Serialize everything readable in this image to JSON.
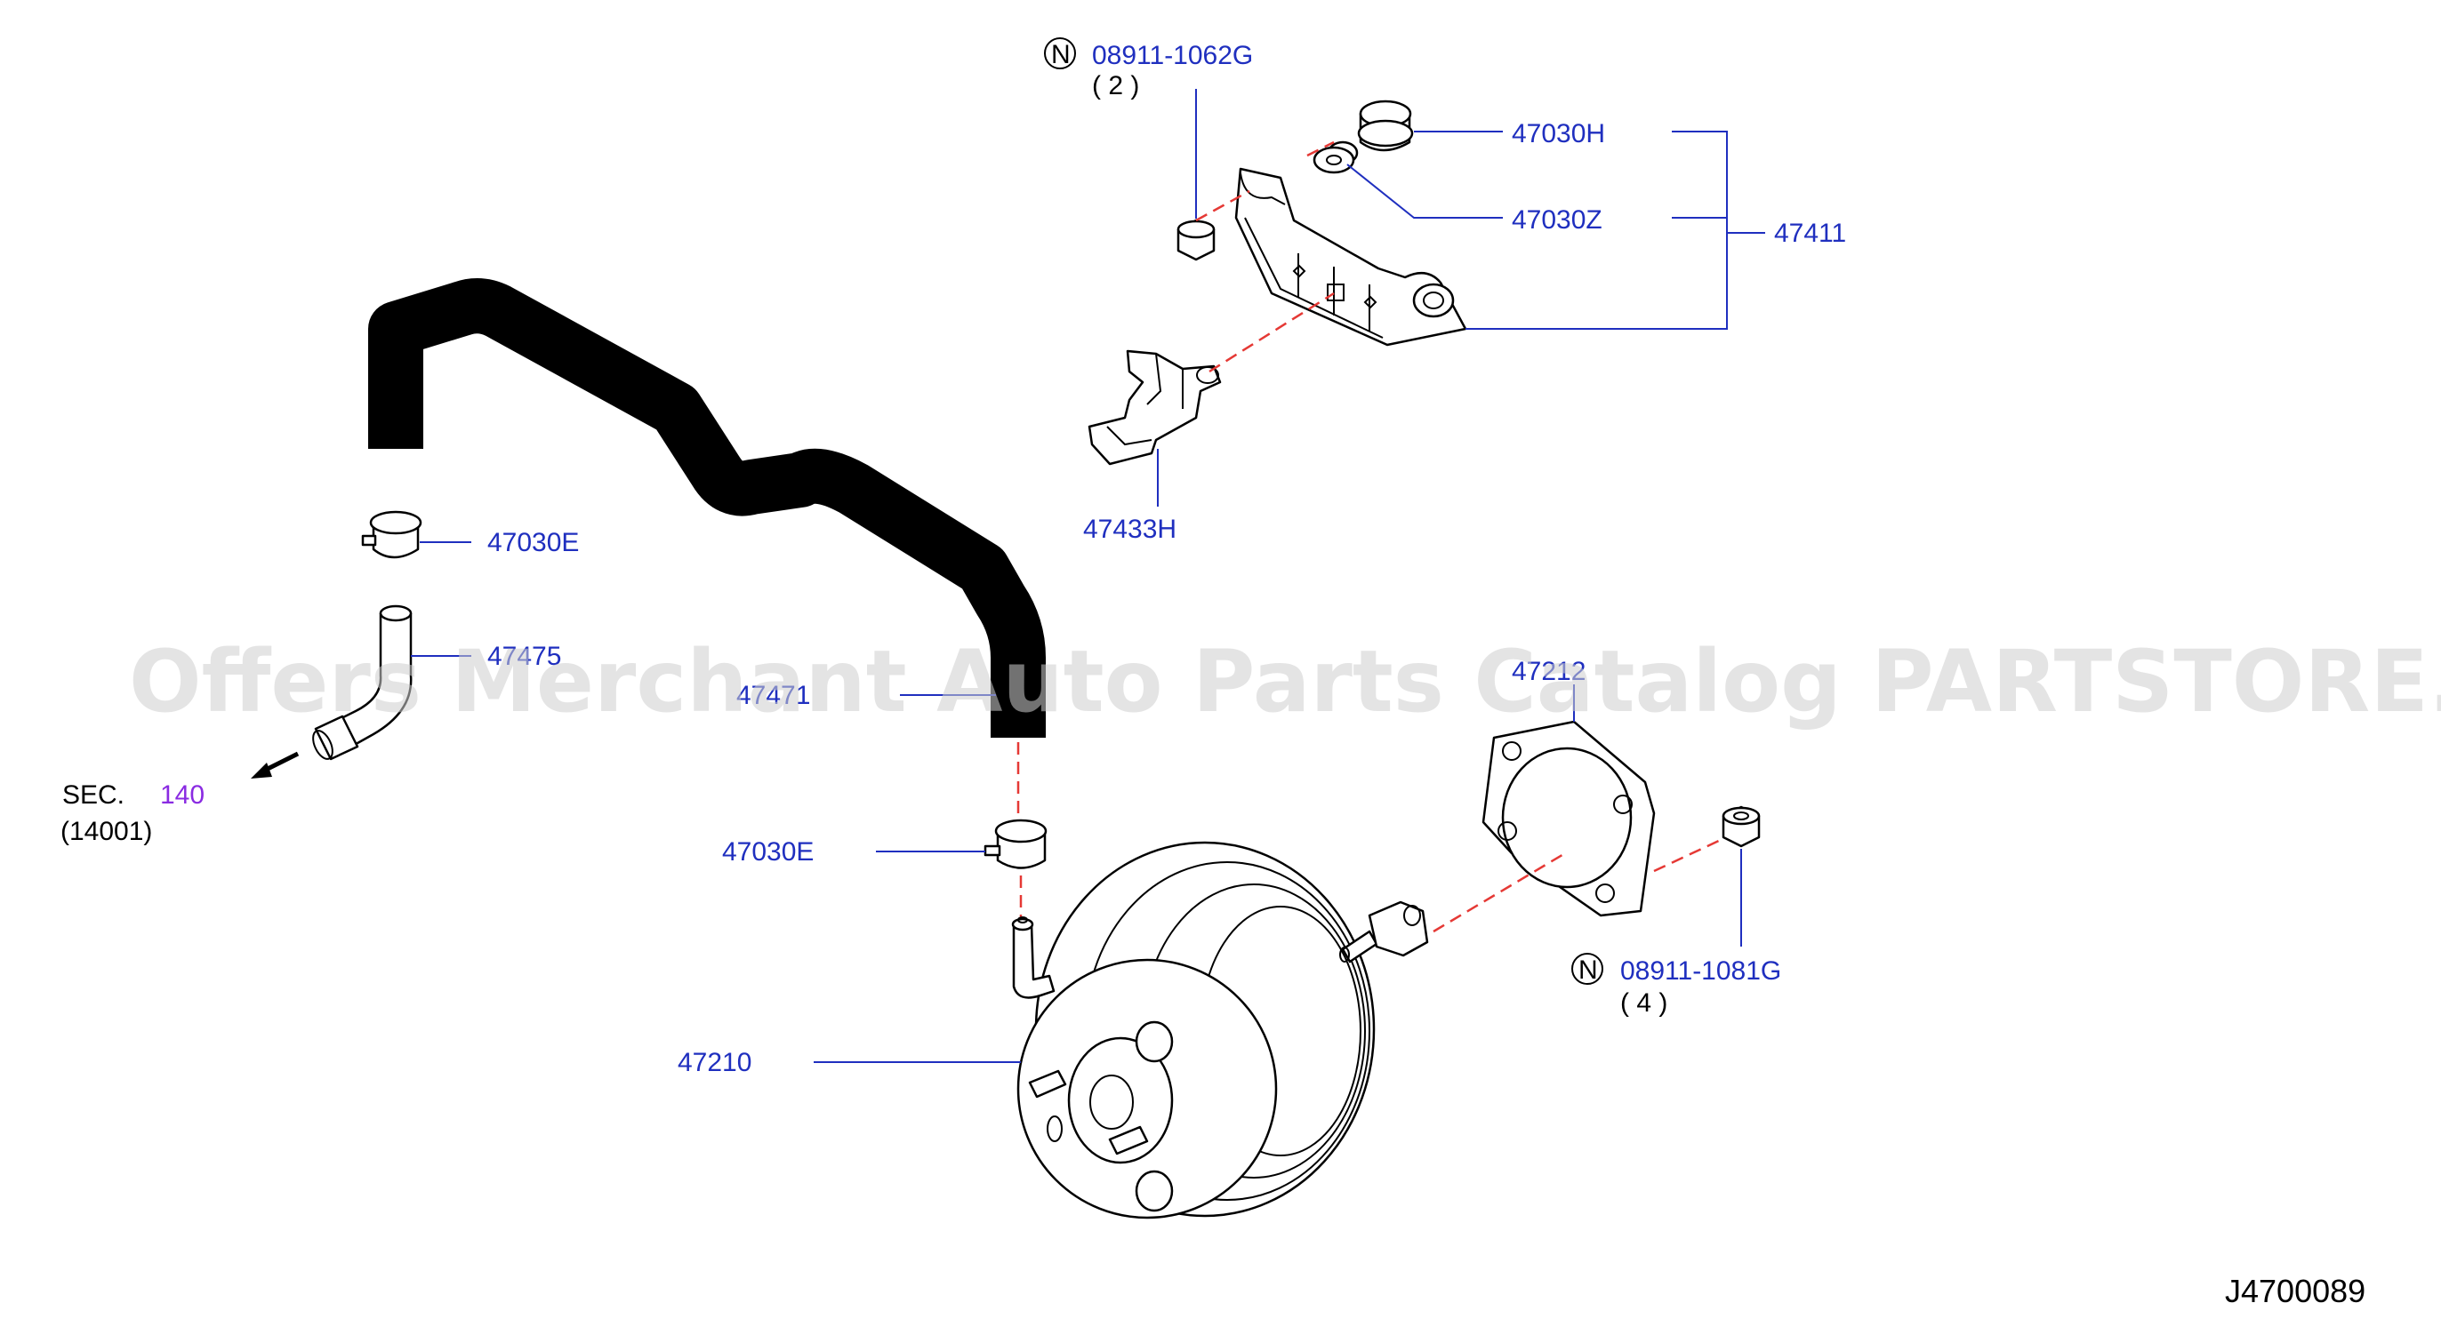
{
  "watermark": "Offers Merchant Auto Parts Catalog PARTSTORE.SA",
  "diagram_id": "J4700089",
  "labels": {
    "nut_top": "08911-1062G",
    "nut_top_qty": "( 2 )",
    "nut_bottom": "08911-1081G",
    "nut_bottom_qty": "( 4 )",
    "n_symbol": "N",
    "p47030H": "47030H",
    "p47030Z": "47030Z",
    "p47411": "47411",
    "p47433H": "47433H",
    "p47030E_upper": "47030E",
    "p47475": "47475",
    "p47471": "47471",
    "p47030E_lower": "47030E",
    "p47210": "47210",
    "p47212": "47212",
    "sec_prefix": "SEC.",
    "sec_num": "140",
    "sec_sub": "(14001)"
  },
  "colors": {
    "label": "#1f2fbf",
    "leader": "#1f2fbf",
    "dash": "#e53935",
    "sec_link": "#8a2be2",
    "watermark": "#cfcfcf"
  }
}
